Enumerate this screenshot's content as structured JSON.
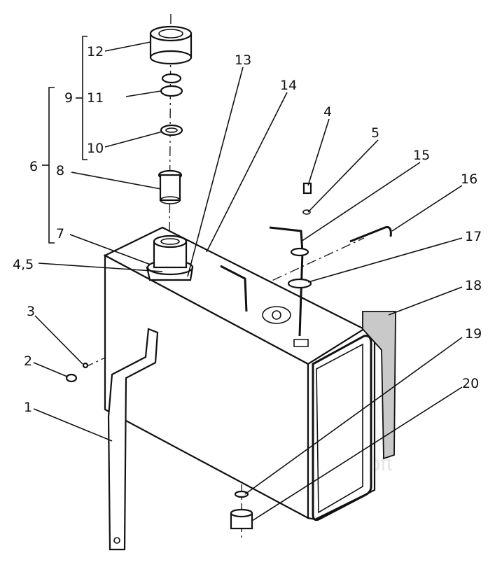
{
  "callouts": {
    "c1": "1",
    "c2": "2",
    "c3": "3",
    "c4": "4",
    "c45": "4,5",
    "c5": "5",
    "c6": "6",
    "c7": "7",
    "c8": "8",
    "c9": "9",
    "c10": "10",
    "c11": "11",
    "c12": "12",
    "c13": "13",
    "c14": "14",
    "c15": "15",
    "c16": "16",
    "c17": "17",
    "c18": "18",
    "c19": "19",
    "c20": "20"
  },
  "watermark": "AutoSoft"
}
